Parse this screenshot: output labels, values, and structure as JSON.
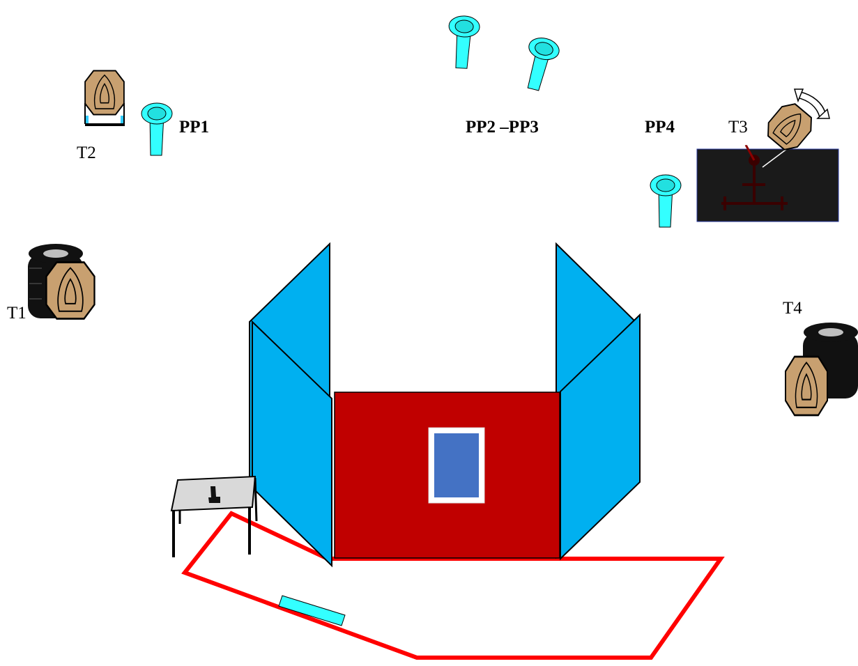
{
  "labels": {
    "pp1": "PP1",
    "pp23": "PP2 –PP3",
    "pp4": "PP4",
    "t1": "T1",
    "t2": "T2",
    "t3": "T3",
    "t4": "T4"
  },
  "colors": {
    "cone": "#33ffff",
    "wall_panel": "#00b0f0",
    "center_wall": "#c00000",
    "window": "#4472c4",
    "fault_line": "#ff0000",
    "target": "#c8a070",
    "tire": "#111111",
    "table_top": "#d9d9d9",
    "dark_box": "#1a1a1a"
  },
  "icons": [
    "cone-icon",
    "target-icon",
    "tire-stack-icon",
    "pistol-icon",
    "rotate-arrow-icon",
    "table-icon"
  ]
}
